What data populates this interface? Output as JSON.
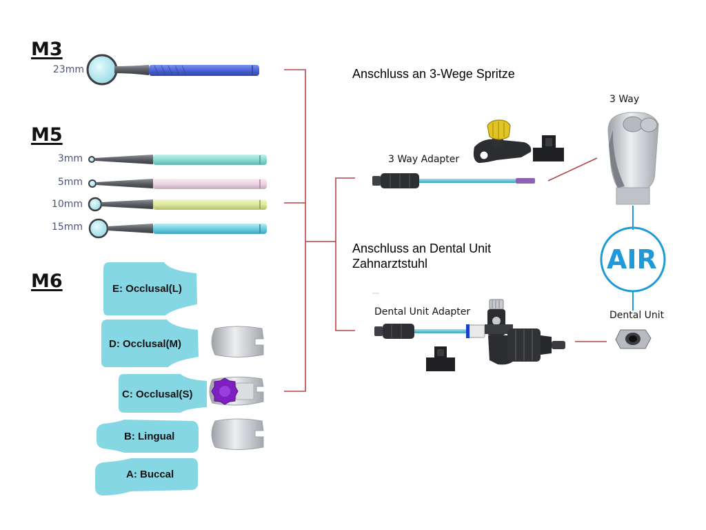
{
  "models": {
    "m3": {
      "label": "M3",
      "sizes": [
        "23mm"
      ]
    },
    "m5": {
      "label": "M5",
      "sizes": [
        "3mm",
        "5mm",
        "10mm",
        "15mm"
      ]
    },
    "m6": {
      "label": "M6",
      "tabs": [
        "E: Occlusal(L)",
        "D: Occlusal(M)",
        "C: Occlusal(S)",
        "B: Lingual",
        "A: Buccal"
      ]
    }
  },
  "connections": {
    "syringe_heading": "Anschluss an 3-Wege Spritze",
    "dental_heading_line1": "Anschluss an Dental Unit",
    "dental_heading_line2": "Zahnarztstuhl",
    "three_way_adapter": "3 Way Adapter",
    "dental_unit_adapter": "Dental Unit Adapter",
    "three_way": "3 Way",
    "air": "AIR",
    "dental_unit": "Dental Unit"
  },
  "colors": {
    "connector_line": "#b04545",
    "air_blue": "#1e9ad8",
    "tab_cyan": "#86d7e4",
    "handle_blue": "#4b64d6",
    "handle_teal": "#8fdad2",
    "handle_pink": "#ecd3e3",
    "handle_yellow": "#dde89a",
    "handle_cyan": "#6fcde0",
    "grip_gray": "#5a5d63"
  }
}
